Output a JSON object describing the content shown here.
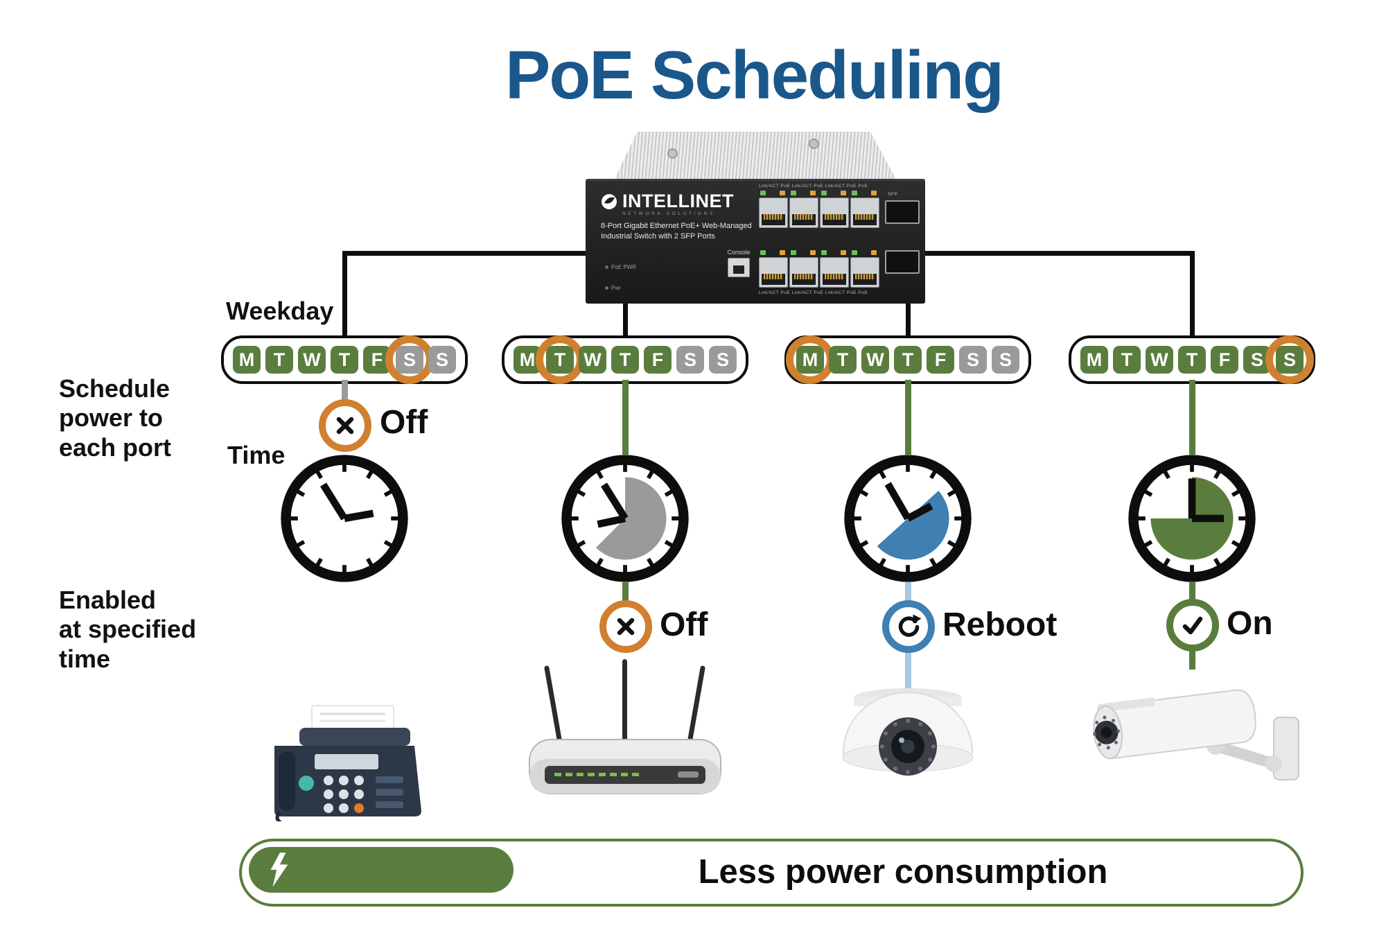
{
  "title": "PoE Scheduling",
  "colors": {
    "title_blue": "#1a578b",
    "day_active_green": "#5a7d3e",
    "day_inactive_gray": "#9a9a9a",
    "highlight_orange": "#d0802e",
    "reboot_blue": "#3f7fb2",
    "reboot_line_light_blue": "#a9c8e2",
    "connector_black": "#0d0d0d"
  },
  "side_labels": {
    "weekday": "Weekday",
    "schedule_power": "Schedule\npower to\neach port",
    "time": "Time",
    "enabled": "Enabled\nat specified\ntime"
  },
  "switch": {
    "brand": "INTELLINET",
    "brand_tagline": "NETWORK SOLUTIONS",
    "description_line1": "8-Port Gigabit Ethernet PoE+ Web-Managed",
    "description_line2": "Industrial Switch with 2 SFP Ports",
    "power_led_label": "PoE PWR",
    "pwr_label": "Pwr",
    "console_label": "Console",
    "port_labels_top": "Lnk/ACT  PoE   Lnk/ACT  PoE   Lnk/ACT  PoE   PoE",
    "port_labels_bottom": "Lnk/ACT  PoE   Lnk/ACT  PoE   Lnk/ACT  PoE   PoE",
    "sfp_label": "SFP"
  },
  "day_letters": [
    "M",
    "T",
    "W",
    "T",
    "F",
    "S",
    "S"
  ],
  "columns": [
    {
      "device": "fax-machine",
      "active_days": [
        1,
        1,
        1,
        1,
        1,
        0,
        0
      ],
      "circled_day_index": 5,
      "status_label": "Off",
      "status_icon": "cross",
      "status_ring_color": "#d0802e",
      "badge_position": "above-clock",
      "line_to_clock_color": "#9a9a9a",
      "line_below_clock_color": null,
      "line_to_device_color": null,
      "clock": {
        "pie_color": null,
        "pie_start_deg": 0,
        "pie_sweep_deg": 0,
        "hands": [
          {
            "angle_deg": -32,
            "length": 30
          },
          {
            "angle_deg": 80,
            "length": 22
          }
        ]
      }
    },
    {
      "device": "wireless-router",
      "active_days": [
        1,
        1,
        1,
        1,
        1,
        0,
        0
      ],
      "circled_day_index": 1,
      "status_label": "Off",
      "status_icon": "cross",
      "status_ring_color": "#d0802e",
      "badge_position": "below-clock",
      "line_to_clock_color": "#5a7d3e",
      "line_below_clock_color": "#5a7d3e",
      "line_to_device_color": null,
      "clock": {
        "pie_color": "#9a9a9a",
        "pie_start_deg": 0,
        "pie_sweep_deg": 225,
        "hands": [
          {
            "angle_deg": -32,
            "length": 30
          },
          {
            "angle_deg": 258,
            "length": 21
          }
        ]
      }
    },
    {
      "device": "dome-camera",
      "active_days": [
        1,
        1,
        1,
        1,
        1,
        0,
        0
      ],
      "circled_day_index": 0,
      "status_label": "Reboot",
      "status_icon": "reboot",
      "status_ring_color": "#3f7fb2",
      "badge_position": "below-clock",
      "line_to_clock_color": "#5a7d3e",
      "line_below_clock_color": "#a9c8e2",
      "line_to_device_color": "#a9c8e2",
      "clock": {
        "pie_color": "#3f7fb2",
        "pie_start_deg": 48,
        "pie_sweep_deg": 180,
        "hands": [
          {
            "angle_deg": -30,
            "length": 30
          },
          {
            "angle_deg": 62,
            "length": 20
          }
        ]
      }
    },
    {
      "device": "bullet-camera",
      "active_days": [
        1,
        1,
        1,
        1,
        1,
        1,
        1
      ],
      "circled_day_index": 6,
      "status_label": "On",
      "status_icon": "check",
      "status_ring_color": "#5a7d3e",
      "badge_position": "below-clock",
      "line_to_clock_color": "#5a7d3e",
      "line_below_clock_color": "#5a7d3e",
      "line_to_device_color": "#5a7d3e",
      "clock": {
        "pie_color": "#5a7d3e",
        "pie_start_deg": 0,
        "pie_sweep_deg": 270,
        "hands": [
          {
            "angle_deg": 0,
            "length": 30
          },
          {
            "angle_deg": 90,
            "length": 24
          }
        ]
      }
    }
  ],
  "footer": {
    "label": "Less power consumption"
  }
}
